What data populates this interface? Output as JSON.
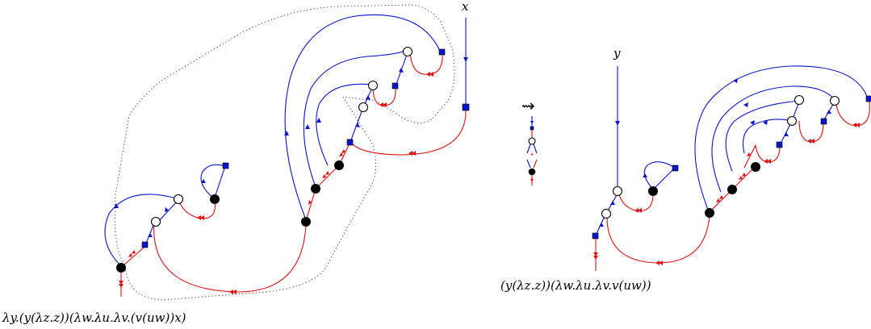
{
  "left_graph": {
    "free_variable_label": "x",
    "term_label": "λy.(y(λz.z))(λw.λu.λv.(v(uw))x)"
  },
  "reduction_step": {
    "symbol": "⇝"
  },
  "right_graph": {
    "free_variable_label": "y",
    "term_label": "(y(λz.z))(λw.λu.λv.v(uw))"
  },
  "colors": {
    "variable_edges": "#0a14c8",
    "application_edges": "#e01010",
    "abstraction_node": "#ffffff",
    "application_node": "#000000",
    "variable_node": "#0a14c8"
  }
}
